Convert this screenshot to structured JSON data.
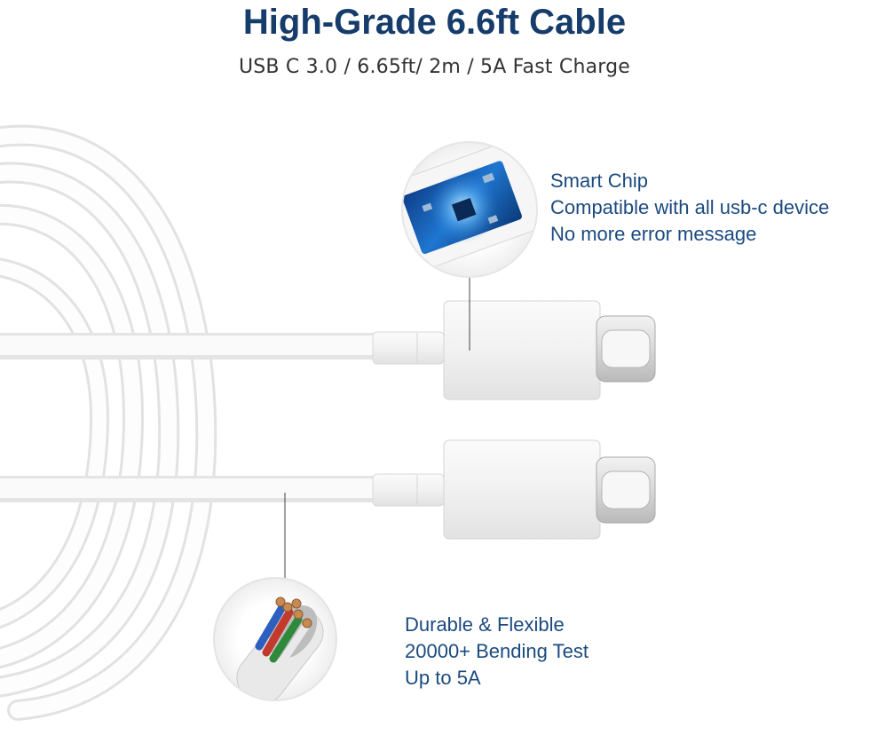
{
  "title": "High-Grade 6.6ft Cable",
  "subtitle": "USB C 3.0  /  6.65ft/ 2m  /  5A Fast Charge",
  "callouts": {
    "chip": {
      "lines": [
        "Smart Chip",
        "Compatible with all usb-c device",
        "No more error message"
      ]
    },
    "wire": {
      "lines": [
        "Durable & Flexible",
        "20000+ Bending Test",
        "Up to 5A"
      ]
    }
  },
  "colors": {
    "title": "#163c6b",
    "callout_text": "#1b4a7f",
    "subtitle": "#333333"
  },
  "icons": [
    "coiled-cable",
    "usb-c-connector",
    "circuit-chip",
    "cable-cross-section-wires"
  ]
}
